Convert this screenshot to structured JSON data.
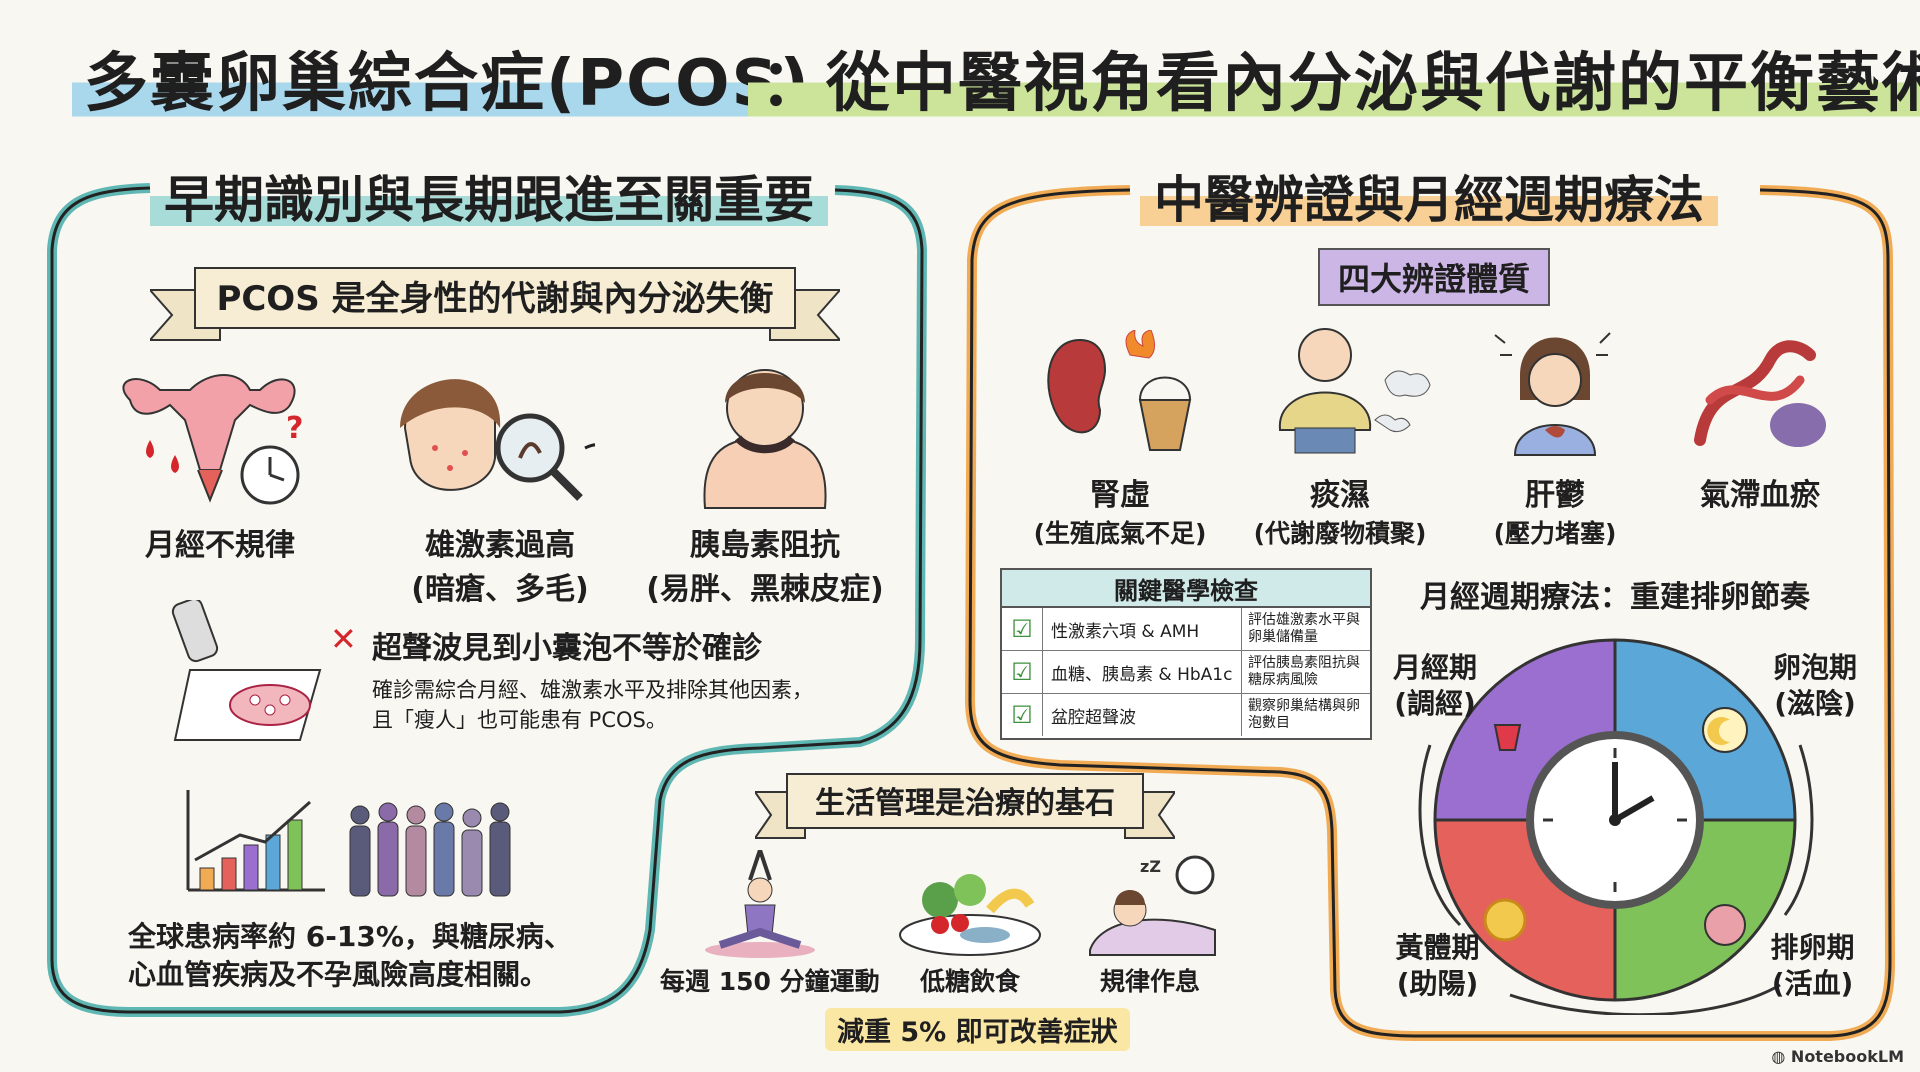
{
  "title": {
    "left": "多囊卵巢綜合症(PCOS)",
    "right": "：從中醫視角看內分泌與代謝的平衡藝術"
  },
  "left_section": {
    "heading": "早期識別與長期跟進至關重要",
    "ribbon": "PCOS 是全身性的代謝與內分泌失衡",
    "symptoms": [
      {
        "label": "月經不規律",
        "sub": ""
      },
      {
        "label": "雄激素過高",
        "sub": "(暗瘡、多毛)"
      },
      {
        "label": "胰島素阻抗",
        "sub": "(易胖、黑棘皮症)"
      }
    ],
    "ultrasound": {
      "heading": "超聲波見到小囊泡不等於確診",
      "body_line1": "確診需綜合月經、雄激素水平及排除其他因素，",
      "body_line2": "且「瘦人」也可能患有 PCOS。"
    },
    "prevalence_line1": "全球患病率約 6-13%，與糖尿病、",
    "prevalence_line2": "心血管疾病及不孕風險高度相關。"
  },
  "right_section": {
    "heading": "中醫辨證與月經週期療法",
    "constitution_heading": "四大辨證體質",
    "constitutions": [
      {
        "label": "腎虛",
        "sub": "(生殖底氣不足)"
      },
      {
        "label": "痰濕",
        "sub": "(代謝廢物積聚)"
      },
      {
        "label": "肝鬱",
        "sub": "(壓力堵塞)"
      },
      {
        "label": "氣滯血瘀",
        "sub": ""
      }
    ],
    "exam_table": {
      "title": "關鍵醫學檢查",
      "rows": [
        {
          "item": "性激素六項 & AMH",
          "desc": "評估雄激素水平與卵巢儲備量"
        },
        {
          "item": "血糖、胰島素 & HbA1c",
          "desc": "評估胰島素阻抗與糖尿病風險"
        },
        {
          "item": "盆腔超聲波",
          "desc": "觀察卵巢結構與卵泡數目"
        }
      ]
    },
    "cycle": {
      "heading": "月經週期療法：重建排卵節奏",
      "phases": [
        {
          "name": "月經期",
          "treat": "(調經)",
          "color": "#9b6fcf"
        },
        {
          "name": "卵泡期",
          "treat": "(滋陰)",
          "color": "#5aa7d8"
        },
        {
          "name": "排卵期",
          "treat": "(活血)",
          "color": "#7fc25a"
        },
        {
          "name": "黃體期",
          "treat": "(助陽)",
          "color": "#e5615b"
        }
      ]
    }
  },
  "lifestyle": {
    "heading": "生活管理是治療的基石",
    "items": [
      {
        "label": "每週 150 分鐘運動"
      },
      {
        "label": "低糖飲食"
      },
      {
        "label": "規律作息"
      }
    ],
    "note": "減重 5% 即可改善症狀"
  },
  "watermark": "NotebookLM"
}
